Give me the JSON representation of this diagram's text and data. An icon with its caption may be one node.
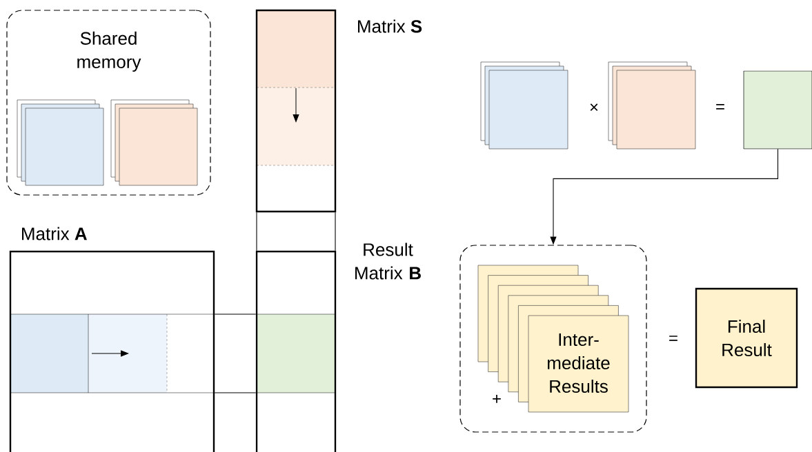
{
  "diagram": {
    "nodes": [
      {
        "text": [
          "Shared memory"
        ]
      },
      {
        "text": [],
        "shape": "box",
        "in": 0
      },
      {
        "text": [],
        "shape": "box",
        "in": 0
      },
      {
        "text": [
          "Matrix **S**"
        ]
      },
      {
        "text": [],
        "shape": "box"
      },
      {
        "text": [],
        "shape": "box"
      },
      {
        "text": [],
        "shape": "box"
      },
      {
        "text": [
          "Matrix **A**"
        ]
      },
      {
        "text": [
          "Result Matrix **B**"
        ]
      },
      {
        "text": [],
        "shape": "box"
      },
      {
        "text": [
          "Inter- mediate Results"
        ],
        "in": 9
      },
      {
        "text": [
          "Final Result"
        ]
      }
    ],
    "edges": [
      {
        "from": 6,
        "to": 9,
        "arrow": "to"
      },
      {
        "from": 7,
        "to": 8,
        "arrow": "none"
      },
      {
        "from": 7,
        "to": 8,
        "arrow": "none"
      },
      {
        "from": 3,
        "to": 8,
        "arrow": "none"
      },
      {
        "from": 3,
        "to": 8,
        "arrow": "none"
      }
    ],
    "labels": [
      "×",
      "=",
      "+",
      "="
    ]
  }
}
